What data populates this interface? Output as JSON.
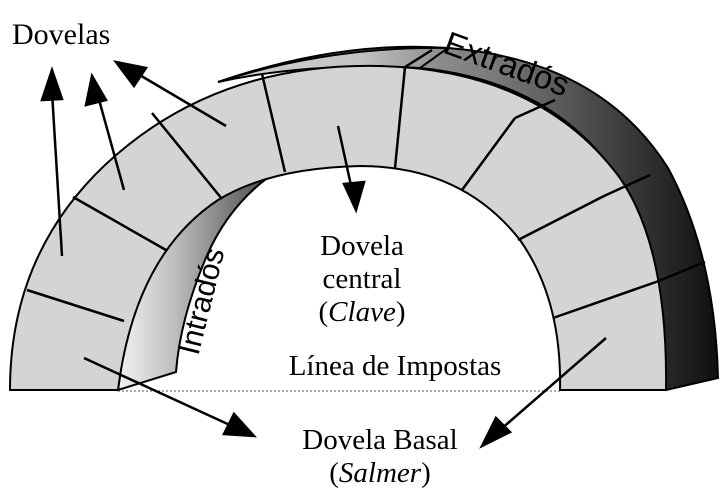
{
  "labels": {
    "dovelas": "Dovelas",
    "extrados": "Extradós",
    "intrados": "Intradós",
    "clave_line1": "Dovela",
    "clave_line2": "central",
    "clave_open": "(",
    "clave_italic": "Clave",
    "clave_close": ")",
    "impostas": "Línea de Impostas",
    "basal_line1": "Dovela Basal",
    "basal_open": "(",
    "basal_italic": "Salmer",
    "basal_close": ")"
  },
  "colors": {
    "stone_face": "#d4d4d4",
    "outline": "#000000",
    "background": "#ffffff",
    "shade_light": "#cfcfcf",
    "shade_dark": "#1a1a1a"
  }
}
